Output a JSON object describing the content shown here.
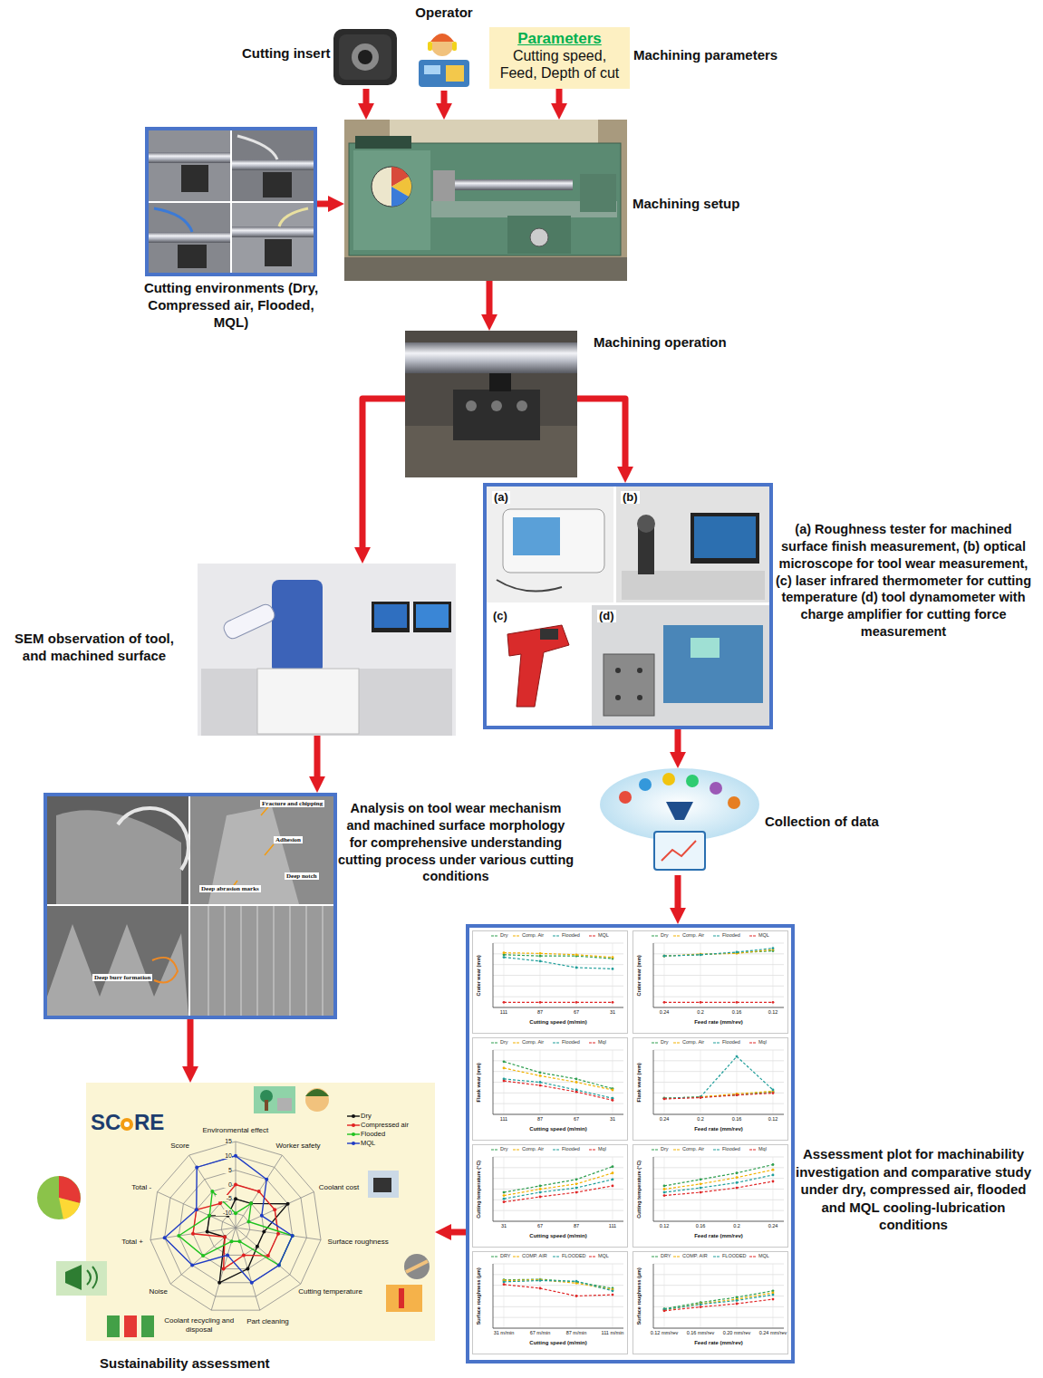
{
  "diagram": {
    "nodes": [
      {
        "text": [
          "Cutting insert"
        ]
      },
      {
        "text": [
          "Operator"
        ]
      },
      {
        "text": [
          "Parameters",
          "Cutting speed, Feed, Depth of cut",
          "Machining parameters"
        ]
      },
      {
        "text": [
          "Machining setup"
        ]
      },
      {
        "text": [
          "Cutting environments (Dry, Compressed air, Flooded, MQL)"
        ]
      },
      {
        "text": [
          "Machining operation"
        ]
      },
      {
        "text": [
          "SEM observation of tool, and machined surface"
        ]
      },
      {
        "text": [
          "(a)",
          "(b)",
          "(c)",
          "(d)",
          "(a) Roughness tester for machined surface finish measurement, (b) optical microscope for tool wear measurement, (c) laser infrared thermometer for cutting temperature (d) tool dynamometer with charge amplifier for cutting force measurement"
        ]
      },
      {
        "text": [
          "Fracture and chipping",
          "Adhesion",
          "Deep abrasion marks",
          "Deep notch",
          "Deep burr formation",
          "Analysis on tool wear mechanism and machined surface morphology for comprehensive understanding cutting process under various cutting conditions"
        ]
      },
      {
        "text": [
          "Collection of data"
        ]
      },
      {
        "text": [
          "Assessment plot for machinability investigation and comparative study under dry, compressed air, flooded and MQL cooling-lubrication conditions"
        ]
      },
      {
        "text": [
          "Dry",
          "Comp. Air",
          "Flooded",
          "MQL",
          "Crater wear (mm)",
          "Cutting speed (m/min)",
          "111",
          "87",
          "67",
          "31"
        ],
        "in": 10
      },
      {
        "text": [
          "Dry",
          "Comp. Air",
          "Flooded",
          "MQL",
          "Crater wear (mm)",
          "Feed rate (mm/rev)",
          "0.24",
          "0.2",
          "0.16",
          "0.12"
        ],
        "in": 10
      },
      {
        "text": [
          "Dry",
          "Comp. Air",
          "Flooded",
          "Mql",
          "Flank wear (mm)",
          "Cutting speed (m/min)",
          "111",
          "87",
          "67",
          "31"
        ],
        "in": 10
      },
      {
        "text": [
          "Dry",
          "Comp. Air",
          "Flooded",
          "Mql",
          "Flank wear (mm)",
          "Feed rate (mm/rev)",
          "0.24",
          "0.2",
          "0.16",
          "0.12"
        ],
        "in": 10
      },
      {
        "text": [
          "Dry",
          "Comp. Air",
          "Flooded",
          "Mql",
          "Cutting temperature (°C)",
          "Cutting speed (m/min)",
          "31",
          "67",
          "87",
          "111"
        ],
        "in": 10
      },
      {
        "text": [
          "Dry",
          "Comp. Air",
          "Flooded",
          "Mql",
          "Cutting temperature (°C)",
          "Feed rate (mm/rev)",
          "0.12",
          "0.16",
          "0.2",
          "0.24"
        ],
        "in": 10
      },
      {
        "text": [
          "DRY",
          "COMP. AIR",
          "FLOODED",
          "MQL",
          "Surface roughness (µm)",
          "Cutting speed (m/min)",
          "31 m/min",
          "67 m/min",
          "87 m/min",
          "111 m/min"
        ],
        "in": 10
      },
      {
        "text": [
          "DRY",
          "COMP. AIR",
          "FLOODED",
          "MQL",
          "Surface roughness (µm)",
          "Feed rate (mm/rev)",
          "0.12 mm/rev",
          "0.16 mm/rev",
          "0.20 mm/rev",
          "0.24 mm/rev"
        ],
        "in": 10
      },
      {
        "text": [
          "Environmental effect",
          "Worker safety",
          "Coolant cost",
          "Surface roughness",
          "Cutting temperature",
          "Part cleaning",
          "Coolant recycling and disposal",
          "Noise",
          "Total +",
          "Total -",
          "Score",
          "15",
          "10",
          "5",
          "0",
          "-5",
          "-10",
          "Sustainability assessment"
        ]
      }
    ],
    "edges": [
      {
        "from": 0,
        "to": 3,
        "arrow": "to"
      },
      {
        "from": 1,
        "to": 3,
        "arrow": "to"
      },
      {
        "from": 2,
        "to": 3,
        "arrow": "to"
      },
      {
        "from": 4,
        "to": 3,
        "arrow": "to"
      },
      {
        "from": 3,
        "to": 5,
        "arrow": "to"
      },
      {
        "from": 5,
        "to": 6,
        "arrow": "to"
      },
      {
        "from": 5,
        "to": 7,
        "arrow": "to"
      },
      {
        "from": 6,
        "to": 8,
        "arrow": "to"
      },
      {
        "from": 7,
        "to": 9,
        "arrow": "to"
      },
      {
        "from": 9,
        "to": 10,
        "arrow": "to"
      },
      {
        "from": 8,
        "to": 19,
        "arrow": "to"
      },
      {
        "from": 10,
        "to": 19,
        "arrow": "to"
      }
    ],
    "labels": [
      "SC",
      "RE"
    ],
    "legend": [
      {
        "text": "Dry"
      },
      {
        "text": "Compressed air"
      },
      {
        "text": "Flooded"
      },
      {
        "text": "MQL"
      }
    ]
  }
}
